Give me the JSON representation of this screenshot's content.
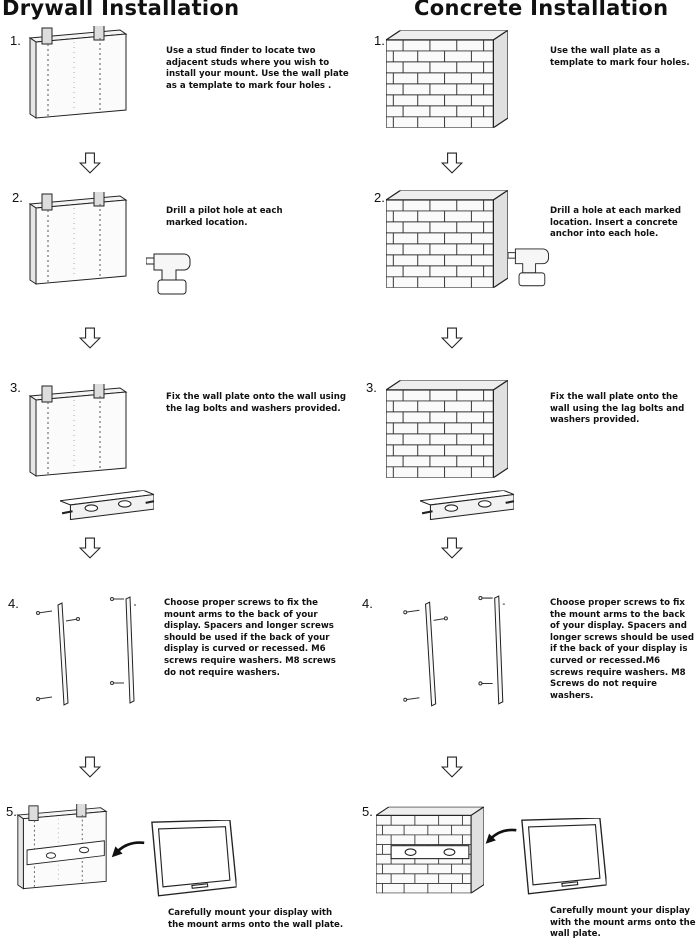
{
  "drywall": {
    "title": "Drywall Installation",
    "steps": [
      {
        "num": "1.",
        "text": "Use a stud finder to locate two adjacent studs where you wish to install your mount. Use the wall plate as a template to mark four holes ."
      },
      {
        "num": "2.",
        "text": "Drill a  pilot hole at each marked location."
      },
      {
        "num": "3.",
        "text": "Fix the wall plate onto the wall using the lag bolts and washers provided."
      },
      {
        "num": "4.",
        "text": "Choose proper screws to fix the mount arms to the back of your display. Spacers and longer screws should be used if the back of your display is curved or recessed. M6 screws require  washers.  M8 screws do not require washers."
      },
      {
        "num": "5.",
        "text": "Carefully mount your display with the mount arms onto the wall plate."
      }
    ]
  },
  "concrete": {
    "title": "Concrete Installation",
    "steps": [
      {
        "num": "1.",
        "text": "Use the wall plate as a template to mark four holes."
      },
      {
        "num": "2.",
        "text": "Drill a hole at each marked location. Insert a concrete anchor into each hole."
      },
      {
        "num": "3.",
        "text": "Fix the wall plate onto the wall using the lag bolts and washers provided."
      },
      {
        "num": "4.",
        "text": "Choose proper screws to fix the mount arms to the back of your display. Spacers and longer screws should be used if the back of your display is curved or recessed.M6  screws require washers. M8 Screws do not require washers."
      },
      {
        "num": "5.",
        "text": "Carefully mount your display with the mount arms onto the wall plate."
      }
    ]
  }
}
